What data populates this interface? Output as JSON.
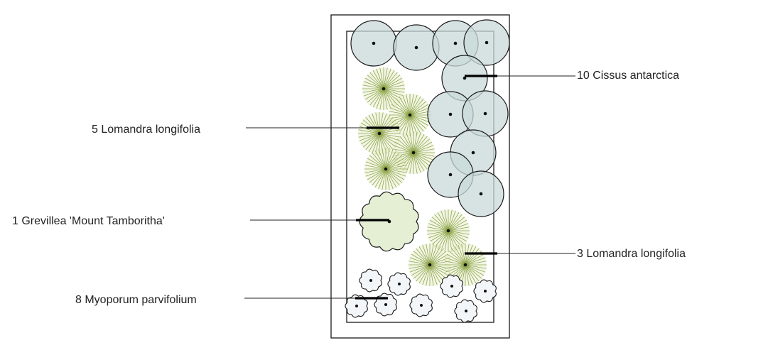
{
  "labels": {
    "cissus": "10 Cissus antarctica",
    "lomandra_5": "5 Lomandra longifolia",
    "grevillea": "1 Grevillea 'Mount Tamboritha'",
    "lomandra_3": "3 Lomandra longifolia",
    "myoporum": "8 Myoporum parvifolium"
  },
  "colors": {
    "cissus_fill": "#c9d9da",
    "lomandra_stroke": "#8fa64a",
    "grevillea_fill": "#e4efd4",
    "myoporum_fill": "#f3f6f8",
    "outline": "#1a1a1a"
  }
}
